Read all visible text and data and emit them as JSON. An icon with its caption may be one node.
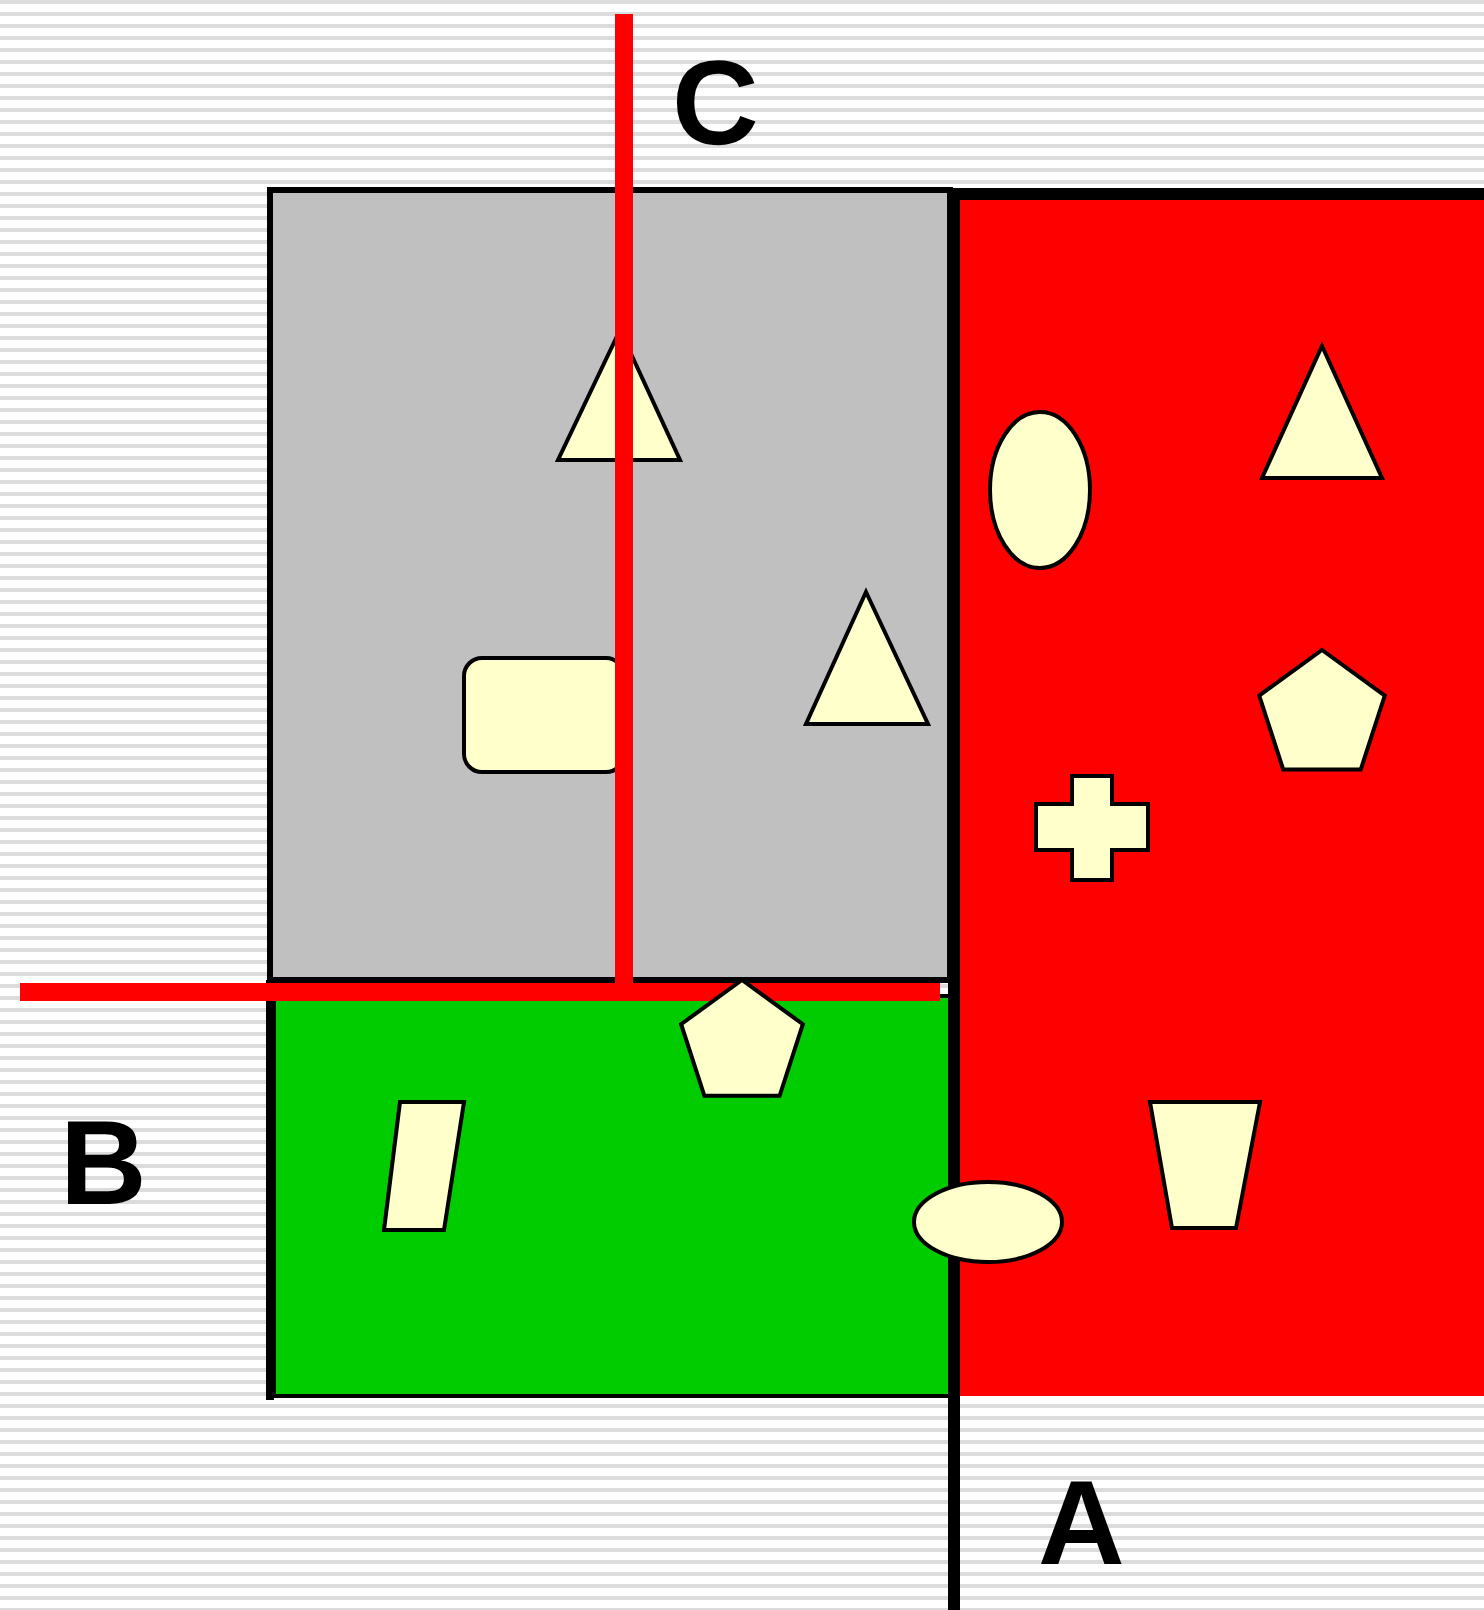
{
  "diagram": {
    "labels": [
      "C",
      "B",
      "A"
    ]
  }
}
